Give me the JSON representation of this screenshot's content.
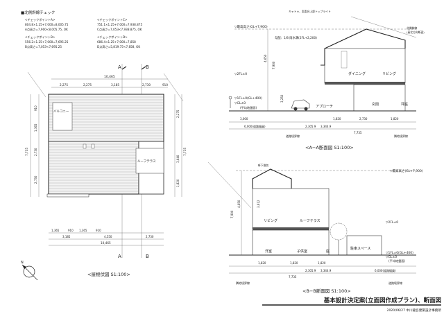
{
  "north_check": {
    "title": "■北側斜線チェック",
    "a_label": "<チェックポイントA>",
    "a_calc": "804.8×1.25+7,000=8,005.75",
    "a_result": "A点高さ=7,900<8,005.75, OK",
    "b_label": "<チェックポイントB>",
    "b_calc": "556.2×1.25+7,000=7,695.25",
    "b_result": "B点高さ=7,053<7,695.25",
    "c_label": "<チェックポイントC>",
    "c_calc": "751.1×1.25+7,000=7,938.875",
    "c_result": "C点高さ=7,053<7,938.875, OK",
    "d_label": "<チェックポイントD>",
    "d_calc": "686.4×1.25+7,000=7,858",
    "d_result": "D点高さ=5,819.75<7,858, OK"
  },
  "roof_plan": {
    "caption": "<屋根伏図 S1:100>",
    "section_a": "A",
    "section_b": "B",
    "balcony": "バルコニー",
    "roof_terrace": "ルーフテラス",
    "top_total": "10,465",
    "top_dims": [
      "2,275",
      "2,275",
      "3,185",
      "2,730"
    ],
    "top_small": "910",
    "bottom_dims": [
      "1,365",
      "910",
      "1,365",
      "910"
    ],
    "bottom_dims2": [
      "3,185",
      "4,550",
      "2,730"
    ],
    "bottom_total": "10,465",
    "left_dims": [
      "910",
      "1,365",
      "2,730",
      "2,730"
    ],
    "left_total": "7,735",
    "right_dims": [
      "2,275",
      "3,640",
      "1,820"
    ],
    "right_total": "7,735"
  },
  "section_aa": {
    "caption": "<A−A断面図 S1:100>",
    "max_height": "▽最高高さ(GL+7,900)",
    "fl2": "▽2FL±0",
    "fl1": "▽1FL±0(GL+400)",
    "gl": "▽GL±0",
    "avg_ground": "(平均地盤面)",
    "note_top": "キャトゥ、乱脂台上部トップライト",
    "note_slope": "勾配：1/8 雨水溝(2FL+2,200)",
    "north_line": "北側斜線",
    "north_line2": "(真北方向断面)",
    "dining": "ダイニング",
    "living": "リビング",
    "approach": "アプローチ",
    "entrance": "玄関",
    "garden": "坪庭",
    "road_boundary": "道路境界線",
    "site_boundary": "隣地境界線",
    "dims_bottom": [
      "3,000",
      "1,820",
      "2,730",
      "1,820"
    ],
    "road_width": "6,000(道路幅員)",
    "dims_mid": [
      "2,305.9",
      "3,344.9"
    ],
    "total": "7,735",
    "height_dims": [
      "4,650",
      "7,900",
      "3,250"
    ]
  },
  "section_bb": {
    "caption": "<B−B断面図 S1:100>",
    "max_height": "▽最高高さ(GL+7,900)",
    "fl2": "▽2FL±0",
    "fl1": "▽1FL±0(GL+400)",
    "gl": "▽GL±0",
    "avg_ground": "(平均地盤面)",
    "ceiling": "軒下換気",
    "living": "リビング",
    "roof_terrace": "ルーフテラス",
    "main_room": "洋室",
    "kids_room": "子供室",
    "garden": "庭",
    "parking": "駐車スペース",
    "road_boundary": "道路境界線",
    "site_boundary": "隣地境界線",
    "dims_bottom": [
      "1,820",
      "1,820",
      "1,820"
    ],
    "road_width": "6,000(道路幅員)",
    "dims_mid": [
      "2,305.9",
      "3,344.9"
    ],
    "total": "7,735",
    "height_dims": [
      "4,650",
      "7,900",
      "3,612"
    ]
  },
  "footer": {
    "title": "基本設計決定案(立面図作成プラン)、断面図",
    "date_office": "2020/06/27 中川龍吾建築設計事務所"
  }
}
